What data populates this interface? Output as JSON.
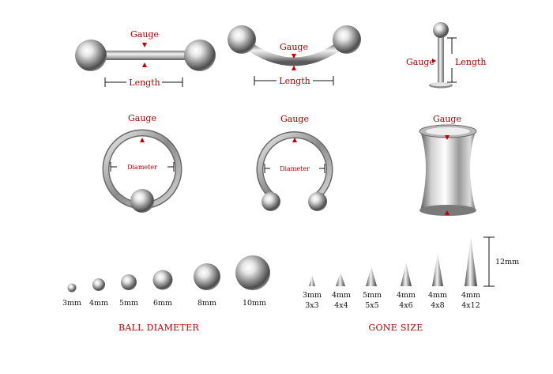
{
  "labels": {
    "gauge": "Gauge",
    "length": "Length",
    "diameter": "Diameter"
  },
  "balls": {
    "title": "BALL DIAMETER",
    "sizes": [
      "3mm",
      "4mm",
      "5mm",
      "6mm",
      "8mm",
      "10mm"
    ]
  },
  "cones": {
    "title": "GONE SIZE",
    "height_label": "12mm",
    "items": [
      {
        "top": "3mm",
        "bottom": "3x3"
      },
      {
        "top": "4mm",
        "bottom": "4x4"
      },
      {
        "top": "5mm",
        "bottom": "5x5"
      },
      {
        "top": "4mm",
        "bottom": "4x6"
      },
      {
        "top": "4mm",
        "bottom": "4x8"
      },
      {
        "top": "4mm",
        "bottom": "4x12"
      }
    ]
  },
  "colors": {
    "label_red": "#b40000",
    "metal_dark": "#5a5a5a",
    "metal_light": "#f4f4f4"
  }
}
